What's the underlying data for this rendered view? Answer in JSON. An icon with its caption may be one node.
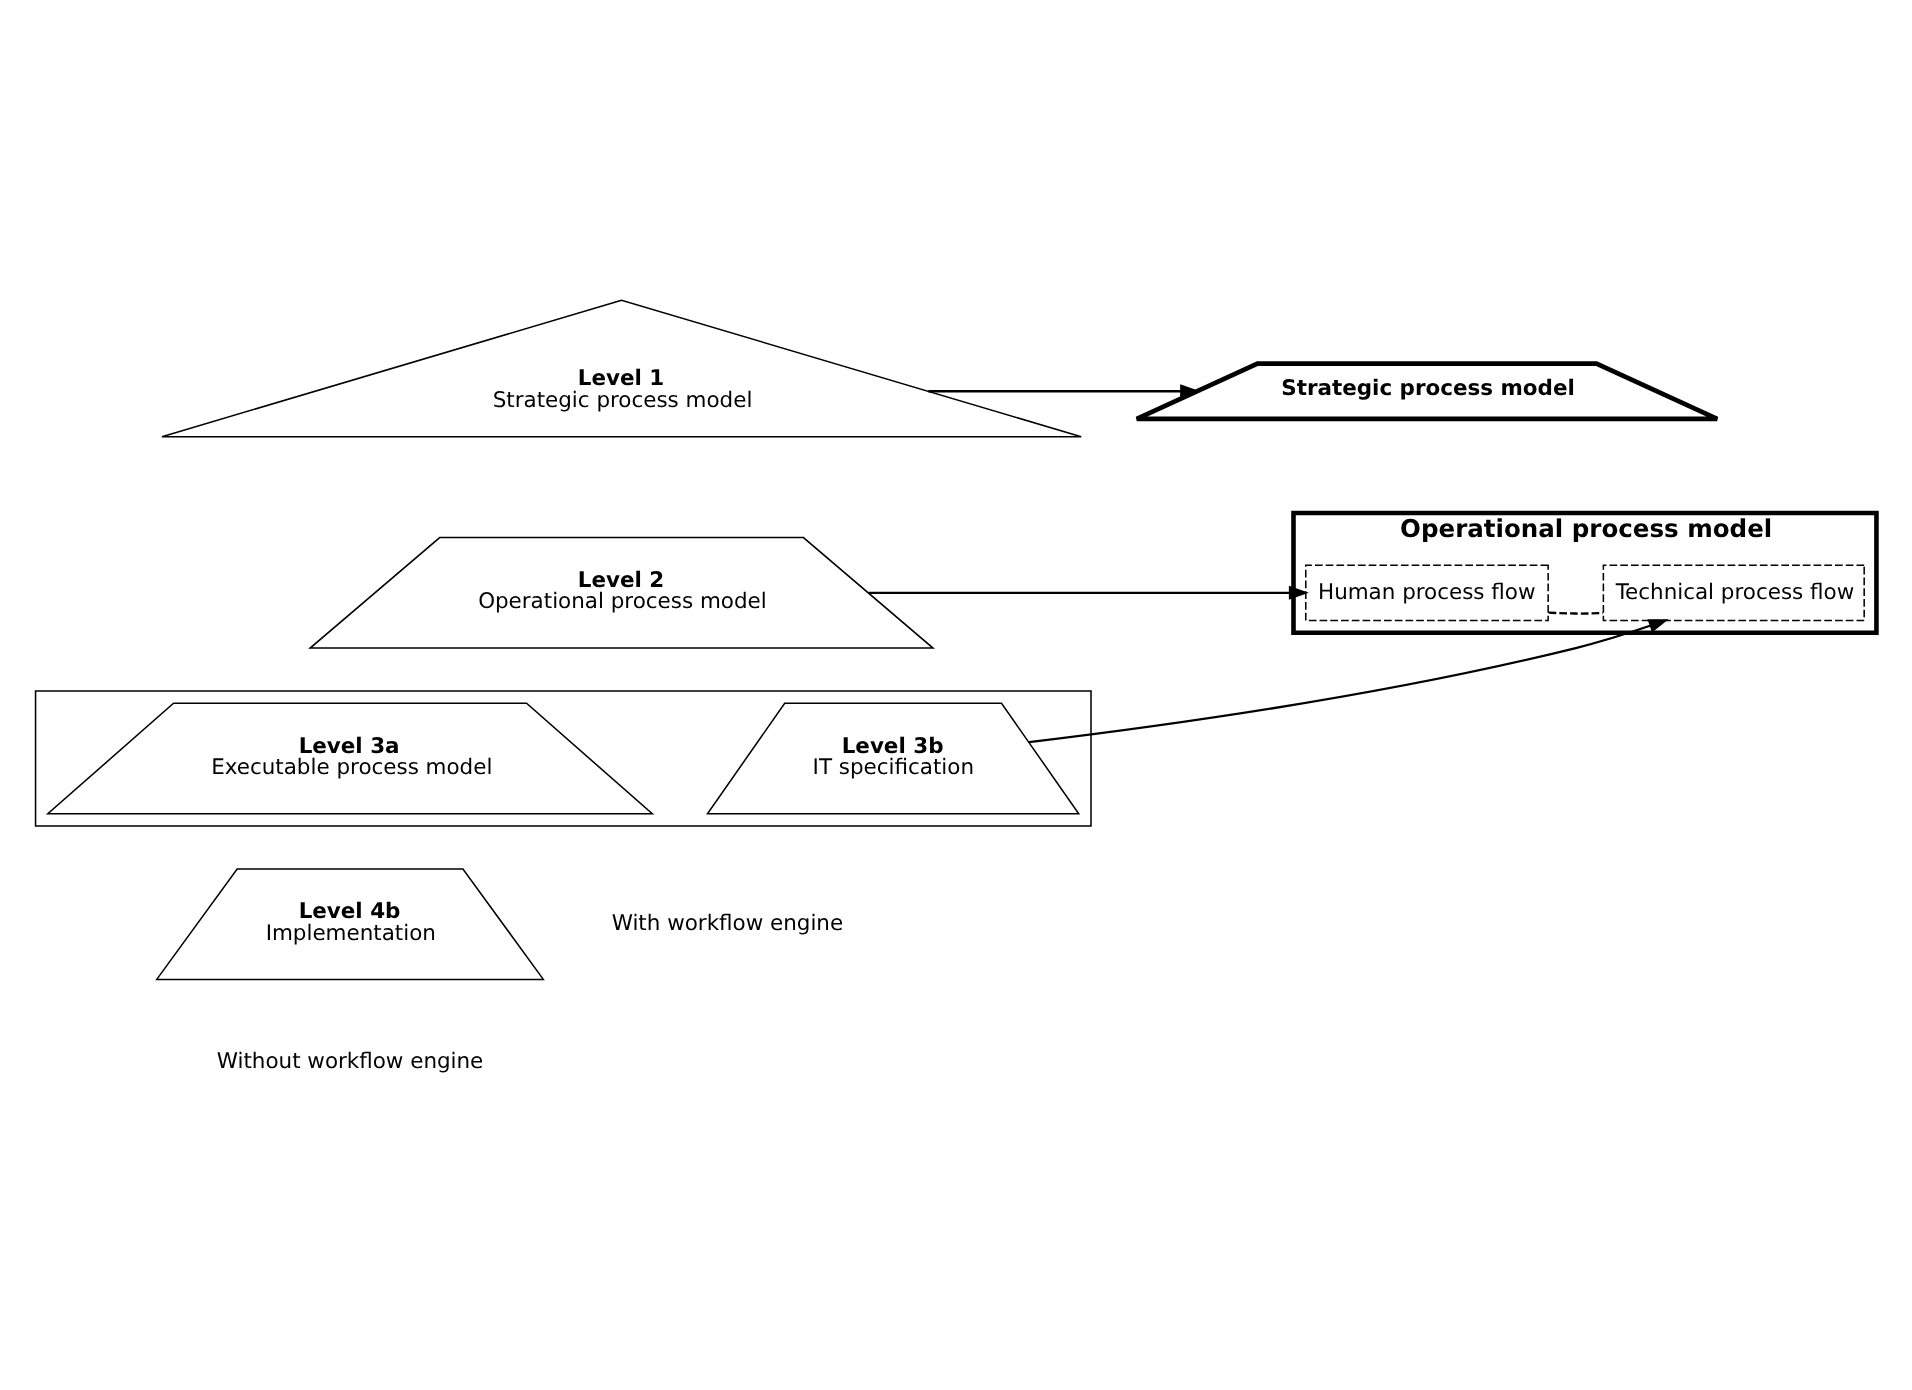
{
  "diagram": {
    "nodes": [
      {
        "text": [
          "Level 1",
          "Strategic process model"
        ]
      },
      {
        "text": [
          "Level 2",
          "Operational process model"
        ]
      },
      {
        "text": [],
        "shape": "box"
      },
      {
        "text": [
          "Level 3a",
          "Executable process model"
        ],
        "in": 2
      },
      {
        "text": [
          "Level 3b",
          "IT specification"
        ],
        "in": 2
      },
      {
        "text": [
          "Level 4b",
          "Implementation"
        ]
      },
      {
        "text": [
          "Strategic process model"
        ]
      },
      {
        "text": [
          "Operational process model"
        ]
      },
      {
        "text": [
          "Human process flow"
        ],
        "in": 7
      },
      {
        "text": [
          "Technical process flow"
        ],
        "in": 7
      }
    ],
    "edges": [
      {
        "from": 0,
        "to": 6,
        "arrow": "to"
      },
      {
        "from": 1,
        "to": 8,
        "arrow": "to"
      },
      {
        "from": 8,
        "to": 9,
        "arrow": "none",
        "style": "dashed"
      },
      {
        "from": 4,
        "to": 9,
        "arrow": "to"
      }
    ],
    "labels": [
      "With workflow engine",
      "Without workflow engine"
    ]
  }
}
